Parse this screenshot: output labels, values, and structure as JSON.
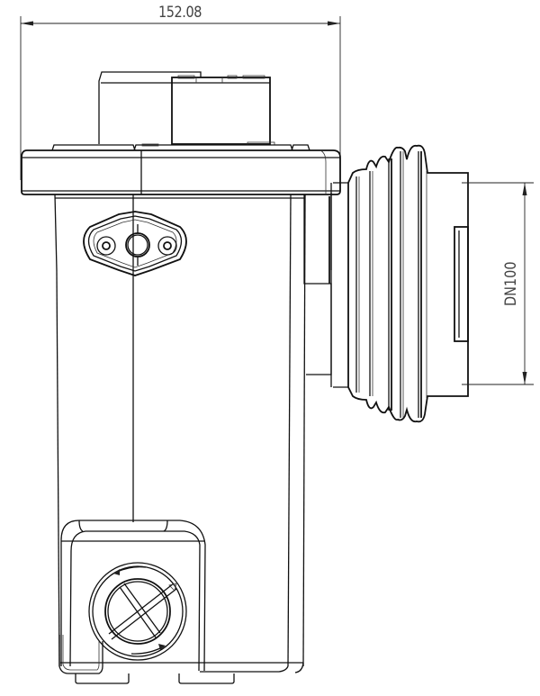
{
  "drawing": {
    "type": "technical line drawing",
    "subject": "pump unit side elevation with bellows outlet",
    "dimensions": {
      "overall_width": {
        "label": "152.08"
      },
      "outlet_diameter": {
        "label": "DN100"
      }
    },
    "colors": {
      "line": "#111111",
      "dimension_text": "#444444",
      "background": "#ffffff"
    }
  }
}
